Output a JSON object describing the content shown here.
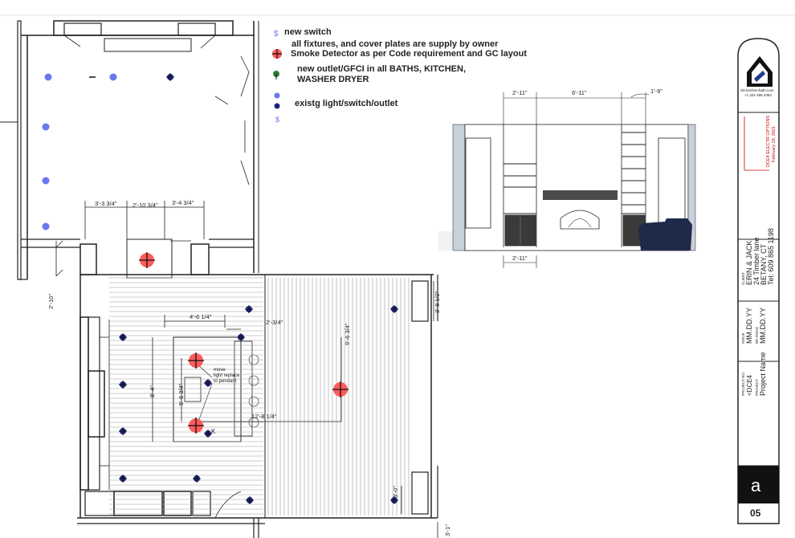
{
  "legend": {
    "new_switch": "new switch",
    "supply_note": "all fixtures, and  cover plates are supply by owner",
    "smoke_note": "Smoke Detector as per Code requirement and GC layout",
    "outlet_note_1": "new outlet/GFCI in all BATHS, KITCHEN,",
    "outlet_note_2": "WASHER DRYER",
    "existing_note": "existg light/switch/outlet",
    "switch_symbol": "$"
  },
  "elevation_dims": {
    "d1": "2'-11\"",
    "d2": "6'-11\"",
    "d3": "1'-9\"",
    "d4": "2'-11\""
  },
  "plan_dims": {
    "a": "3'-3 3/4\"",
    "b": "2'-10 3/4\"",
    "c": "3'-4 3/4\"",
    "d": "2'-10\"",
    "e": "4'-6 1/4\"",
    "f": "2'-3/4\"",
    "g": "9'-6 3/4\"",
    "h": "3'-8 1/2\"",
    "i": "8'-4\"",
    "j": "5'-6 3/4\"",
    "k": "12'-8 1/4\"",
    "l": "3'-0\"",
    "m": "3'-1\""
  },
  "annotations": {
    "move_note": [
      "move",
      "light replace",
      "to pendant"
    ],
    "k_label": "K"
  },
  "title_block": {
    "company_site": "3D-kitchen-bath.com",
    "company_phone": "+1 202 496 4384",
    "stamp_line1": "DCE4 ELECTR OPTIONS",
    "stamp_line2": "February 19, 2021",
    "client_label": "CLIENT",
    "client_name": "ERIN & JACK",
    "client_address": "24 Timber lane",
    "client_city": "BETANY, CT",
    "client_tel": "Tel: 609 865 1198",
    "issue_label": "ISSUE",
    "issue_date": "MM.DD.YY",
    "reissue_label": "RE-ISSUE",
    "reissue_date": "MM.DD.YY",
    "project_no_label": "PROJECT NO.",
    "project_no": "<DCE4",
    "project_label": "PROJECT",
    "project_name": "Project Name",
    "sheet_letter": "a",
    "sheet_number": "05"
  },
  "colors": {
    "new_light": "#6a78f0",
    "smoke": "#ff5c5c",
    "switch_blue": "#1a237e",
    "outlet_green": "#2e7d32",
    "line": "#222222",
    "floor_line": "#9a9a9a",
    "sofa": "#1f2a4a"
  }
}
